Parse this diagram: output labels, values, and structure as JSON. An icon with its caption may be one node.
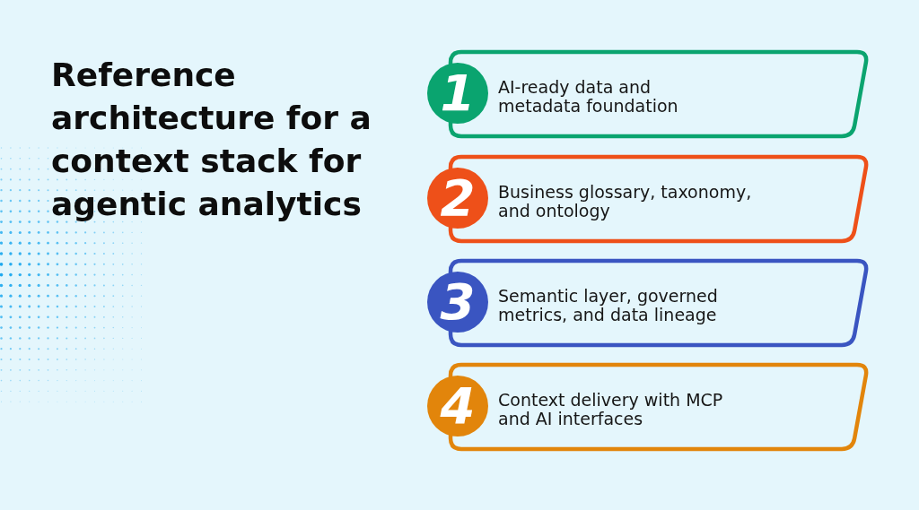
{
  "diagram": {
    "title": "Reference architecture for a context stack for agentic analytics",
    "nodes": [
      {
        "text": [
          "1",
          "AI-ready data and metadata foundation"
        ]
      },
      {
        "text": [
          "2",
          "Business glossary, taxonomy, and ontology"
        ]
      },
      {
        "text": [
          "3",
          "Semantic layer, governed metrics, and data lineage"
        ]
      },
      {
        "text": [
          "4",
          "Context delivery with MCP and AI interfaces"
        ]
      }
    ]
  }
}
